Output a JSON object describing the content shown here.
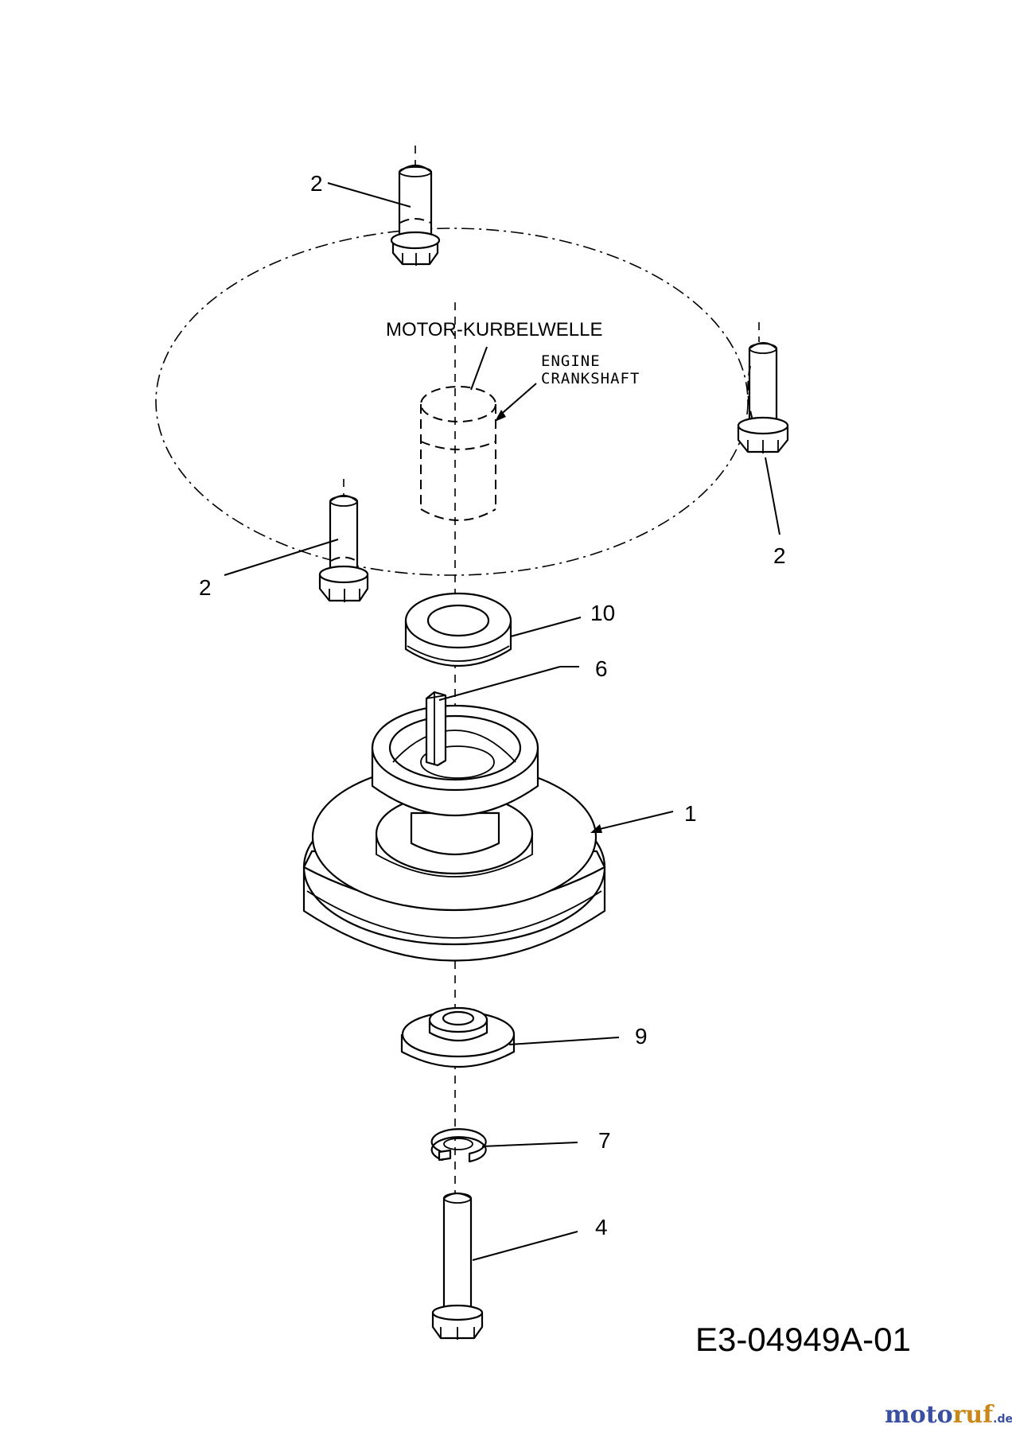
{
  "labels": {
    "motor_kurbelwelle": "MOTOR-KURBELWELLE",
    "engine": "ENGINE",
    "crankshaft": "CRANKSHAFT",
    "drawing_number": "E3-04949A-01"
  },
  "callouts": {
    "bolt_top": "2",
    "bolt_right": "2",
    "bolt_left": "2",
    "spacer": "10",
    "key": "6",
    "pulley": "1",
    "washer": "9",
    "lock_washer": "7",
    "bolt_center": "4"
  },
  "watermark": {
    "part_a": "moto",
    "part_b": "ruf",
    "suffix": ".de",
    "color_a": "#3a4fa0",
    "color_b": "#c8891a"
  }
}
